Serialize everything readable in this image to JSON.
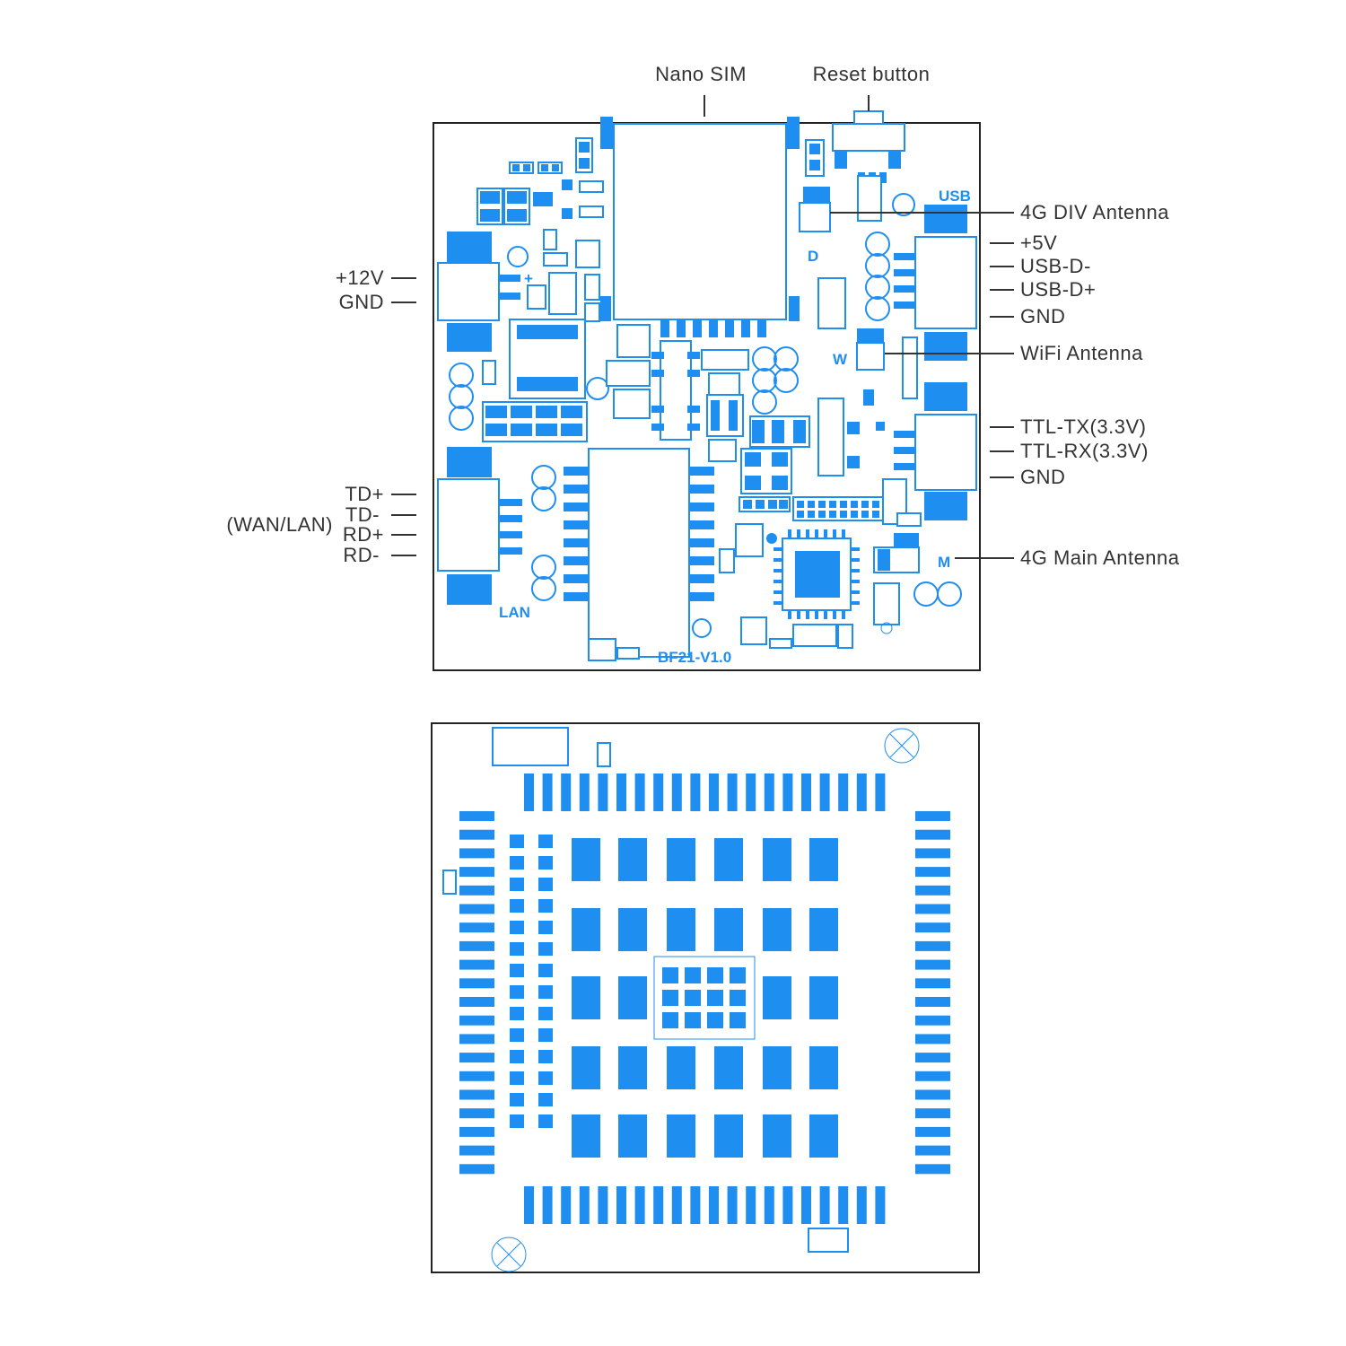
{
  "colors": {
    "pcb_blue": "#1f8ef1",
    "label": "#333333",
    "outline": "#222222"
  },
  "top_board": {
    "silkscreen": {
      "usb": "USB",
      "d": "D",
      "w": "W",
      "m": "M",
      "lan": "LAN",
      "version": "BF21-V1.0",
      "plus": "+"
    },
    "labels_top": {
      "nano_sim": "Nano SIM",
      "reset_button": "Reset button"
    },
    "labels_left": {
      "v12": "+12V",
      "gnd": "GND",
      "td_plus": "TD+",
      "td_minus": "TD-",
      "rd_plus": "RD+",
      "rd_minus": "RD-",
      "wan_lan": "(WAN/LAN)"
    },
    "labels_right": {
      "div_antenna": "4G DIV Antenna",
      "v5": "+5V",
      "usb_dm": "USB-D-",
      "usb_dp": "USB-D+",
      "usb_gnd": "GND",
      "wifi_antenna": "WiFi Antenna",
      "ttl_tx": "TTL-TX(3.3V)",
      "ttl_rx": "TTL-RX(3.3V)",
      "ttl_gnd": "GND",
      "main_antenna": "4G Main Antenna"
    }
  }
}
